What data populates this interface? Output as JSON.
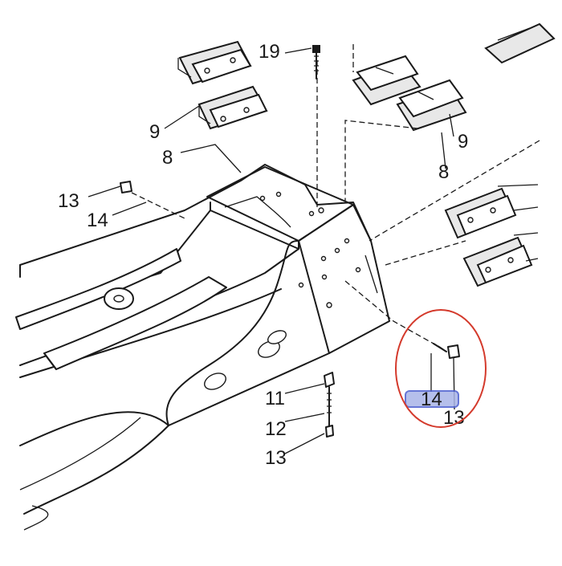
{
  "diagram": {
    "callouts": {
      "c19": "19",
      "c9_left": "9",
      "c8_left": "8",
      "c9_right": "9",
      "c8_right": "8",
      "c13_top": "13",
      "c14_top": "14",
      "c11": "11",
      "c12": "12",
      "c13_bottom": "13",
      "c14_highlight": "14",
      "c13_right": "13"
    },
    "highlight": {
      "ellipse_color": "#d43a2c",
      "box_fill": "#a9b4e8",
      "box_stroke": "#4c5fd0"
    }
  }
}
